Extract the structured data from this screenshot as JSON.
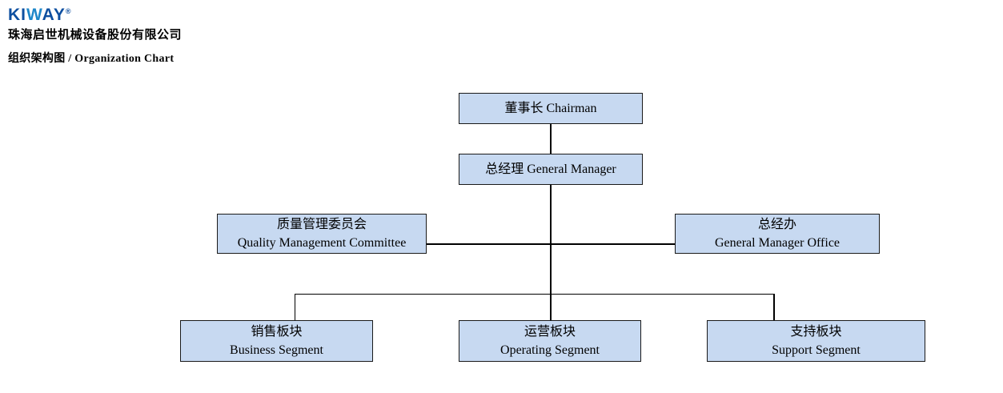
{
  "header": {
    "logo": {
      "part_ki": "KI",
      "part_w": "W",
      "part_ay": "AY",
      "registered_mark": "®"
    },
    "company_name": "珠海启世机械设备股份有限公司",
    "chart_title": "组织架构图 / Organization Chart"
  },
  "org": {
    "chairman": {
      "label": "董事长 Chairman"
    },
    "general_manager": {
      "label": "总经理 General Manager"
    },
    "quality_committee": {
      "line1": "质量管理委员会",
      "line2": "Quality Management Committee"
    },
    "gm_office": {
      "line1": "总经办",
      "line2": "General Manager Office"
    },
    "business_segment": {
      "line1": "销售板块",
      "line2": "Business Segment"
    },
    "operating_segment": {
      "line1": "运营板块",
      "line2": "Operating Segment"
    },
    "support_segment": {
      "line1": "支持板块",
      "line2": "Support Segment"
    }
  },
  "hierarchy": {
    "root": "chairman",
    "edges": [
      [
        "chairman",
        "general_manager"
      ],
      [
        "general_manager",
        "quality_committee"
      ],
      [
        "general_manager",
        "gm_office"
      ],
      [
        "general_manager",
        "business_segment"
      ],
      [
        "general_manager",
        "operating_segment"
      ],
      [
        "general_manager",
        "support_segment"
      ]
    ]
  },
  "colors": {
    "node_fill": "#c7d9f1",
    "node_border": "#1a1a1a",
    "connector": "#000000",
    "logo_dark_blue": "#0d4fa0",
    "logo_light_blue": "#1e87c9",
    "text": "#000000",
    "background": "#ffffff"
  }
}
